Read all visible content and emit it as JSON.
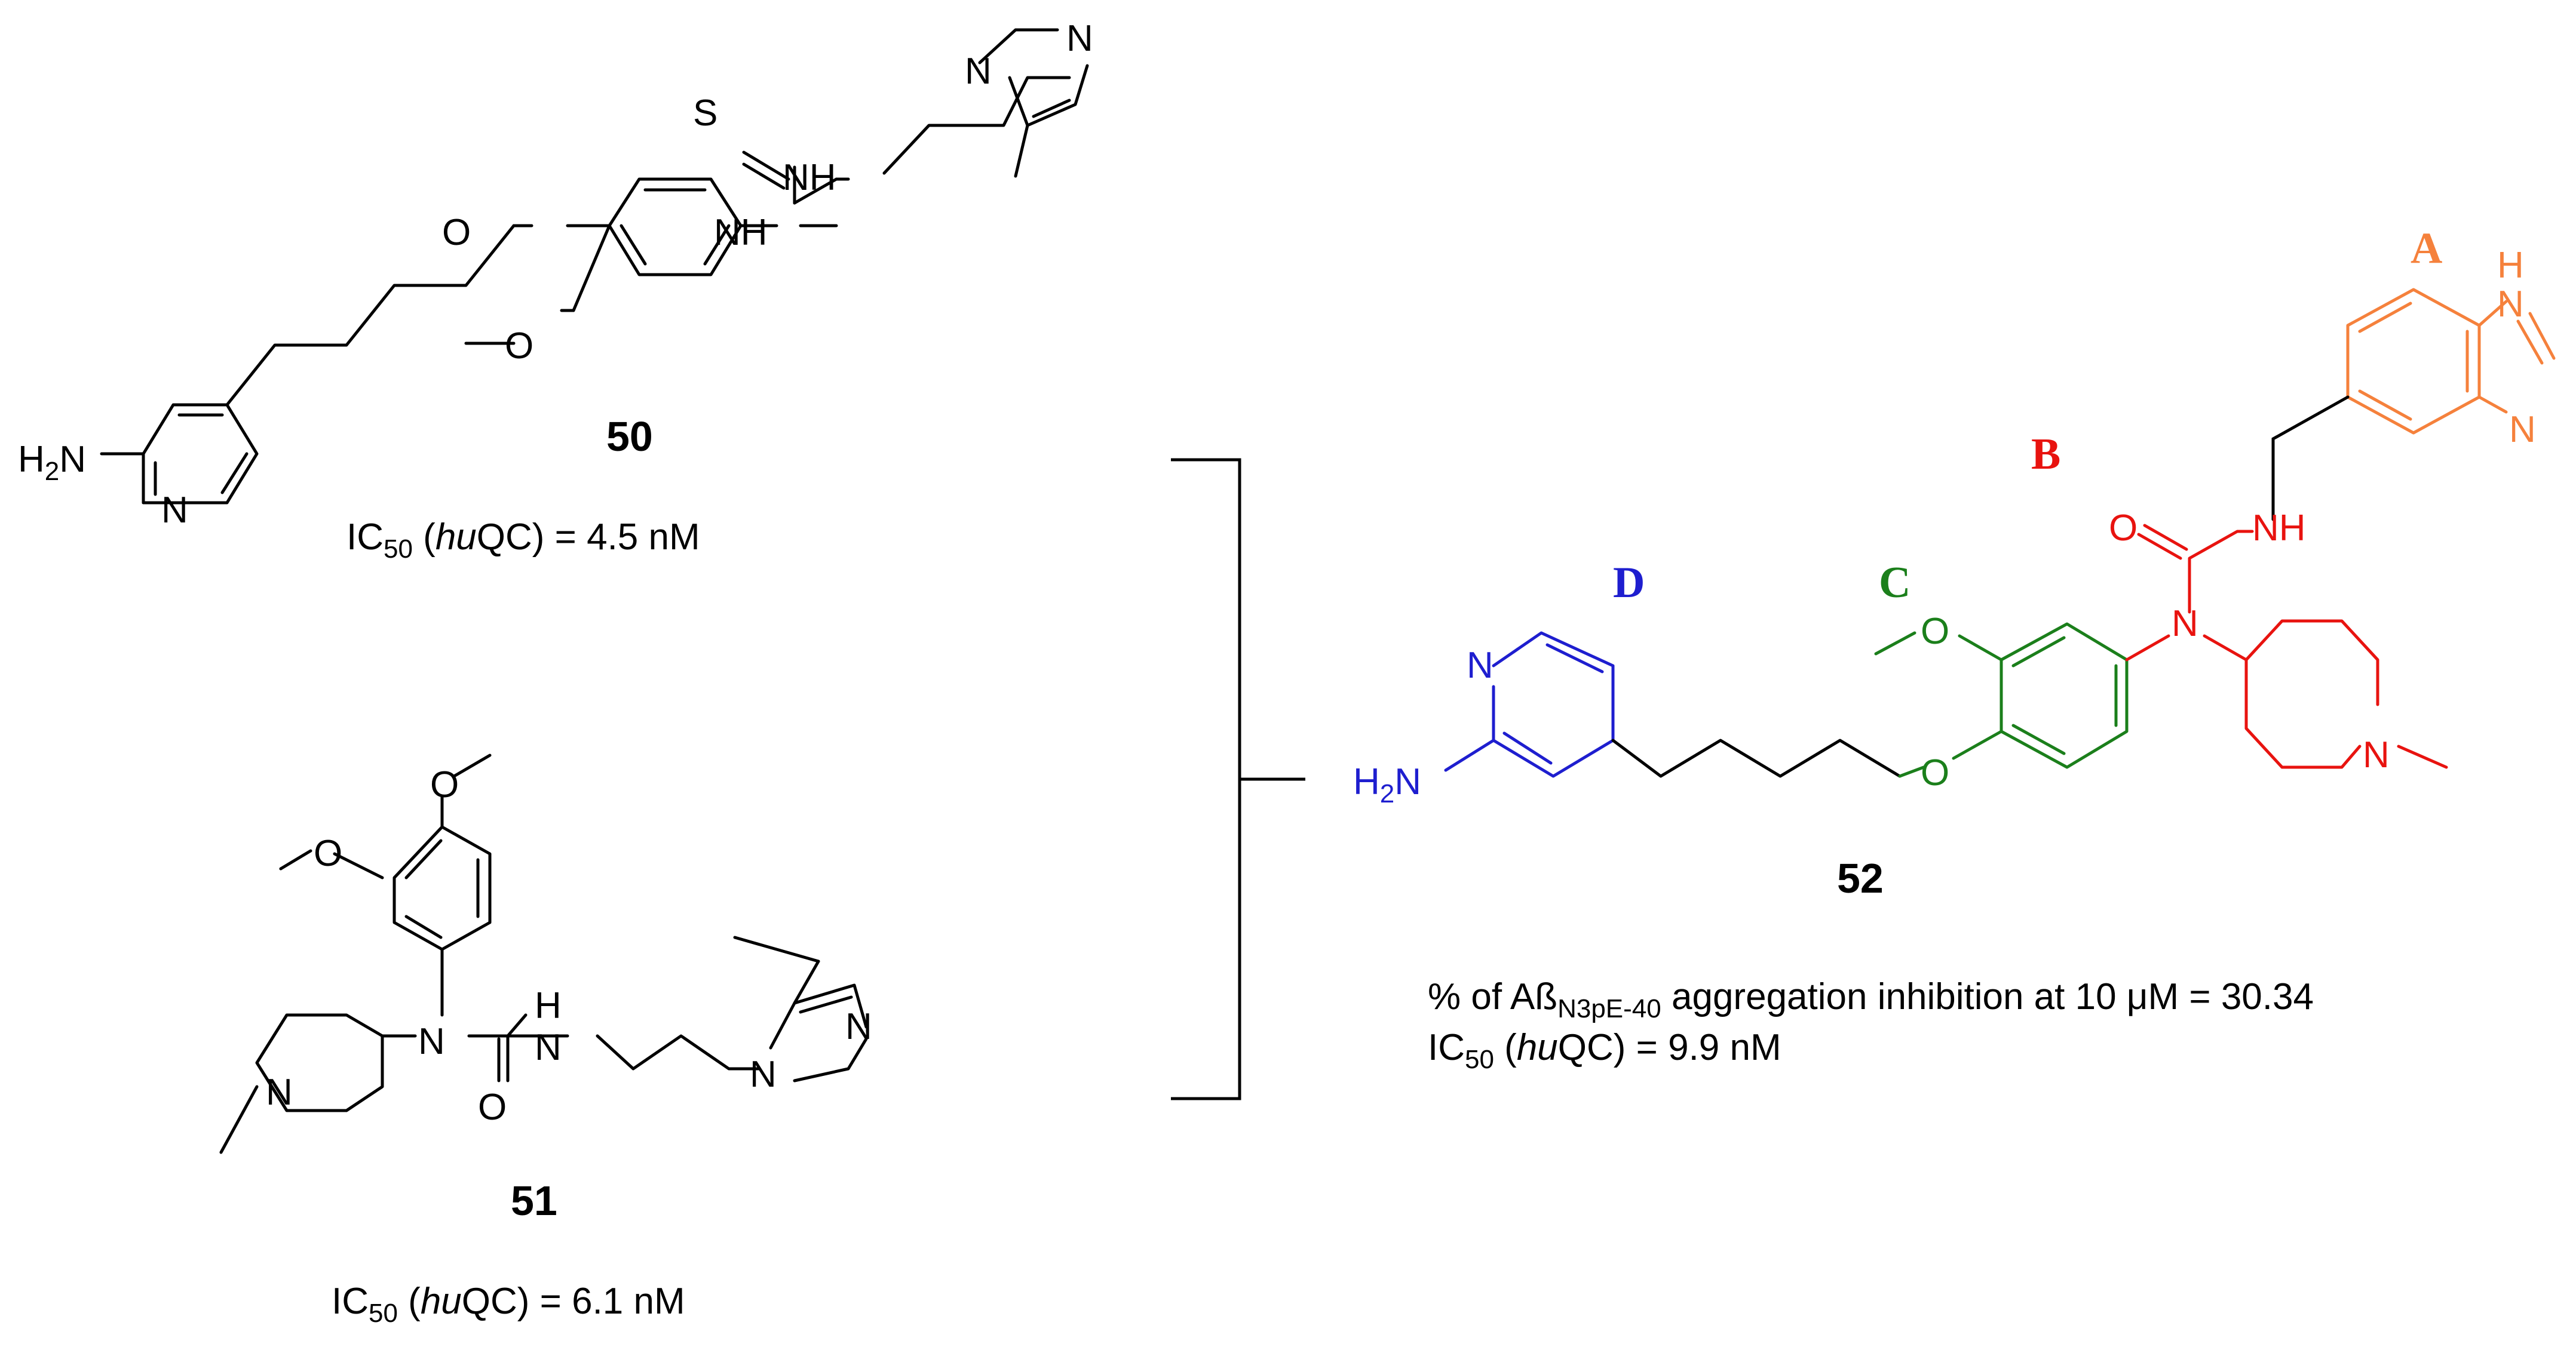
{
  "colors": {
    "black": "#000000",
    "region_a": "#f5813c",
    "region_b": "#e8130f",
    "region_c": "#1b7f1b",
    "region_d": "#1e1ecf"
  },
  "compounds": {
    "c50": {
      "label": "50",
      "caption_pre": "IC",
      "caption_sub": "50",
      "caption_italic": "hu",
      "caption_post": "QC) = 4.5 nM",
      "caption_open": " ("
    },
    "c51": {
      "label": "51",
      "caption_pre": "IC",
      "caption_sub": "50",
      "caption_open": " (",
      "caption_italic": "hu",
      "caption_post": "QC) = 6.1 nM"
    },
    "c52": {
      "label": "52",
      "regions": {
        "a": "A",
        "b": "B",
        "c": "C",
        "d": "D"
      },
      "line1_pre": "% of Aß",
      "line1_sub": "N3pE-40",
      "line1_post": " aggregation inhibition at 10 μM = 30.34",
      "line2_pre": "IC",
      "line2_sub": "50",
      "line2_open": " (",
      "line2_italic": "hu",
      "line2_post": "QC) = 9.9 nM"
    }
  },
  "atoms": {
    "S": "S",
    "NH": "NH",
    "HN": "H",
    "N": "N",
    "O": "O",
    "H2N_H": "H",
    "H2N_2": "2",
    "H2N_N": "N",
    "H": "H"
  }
}
